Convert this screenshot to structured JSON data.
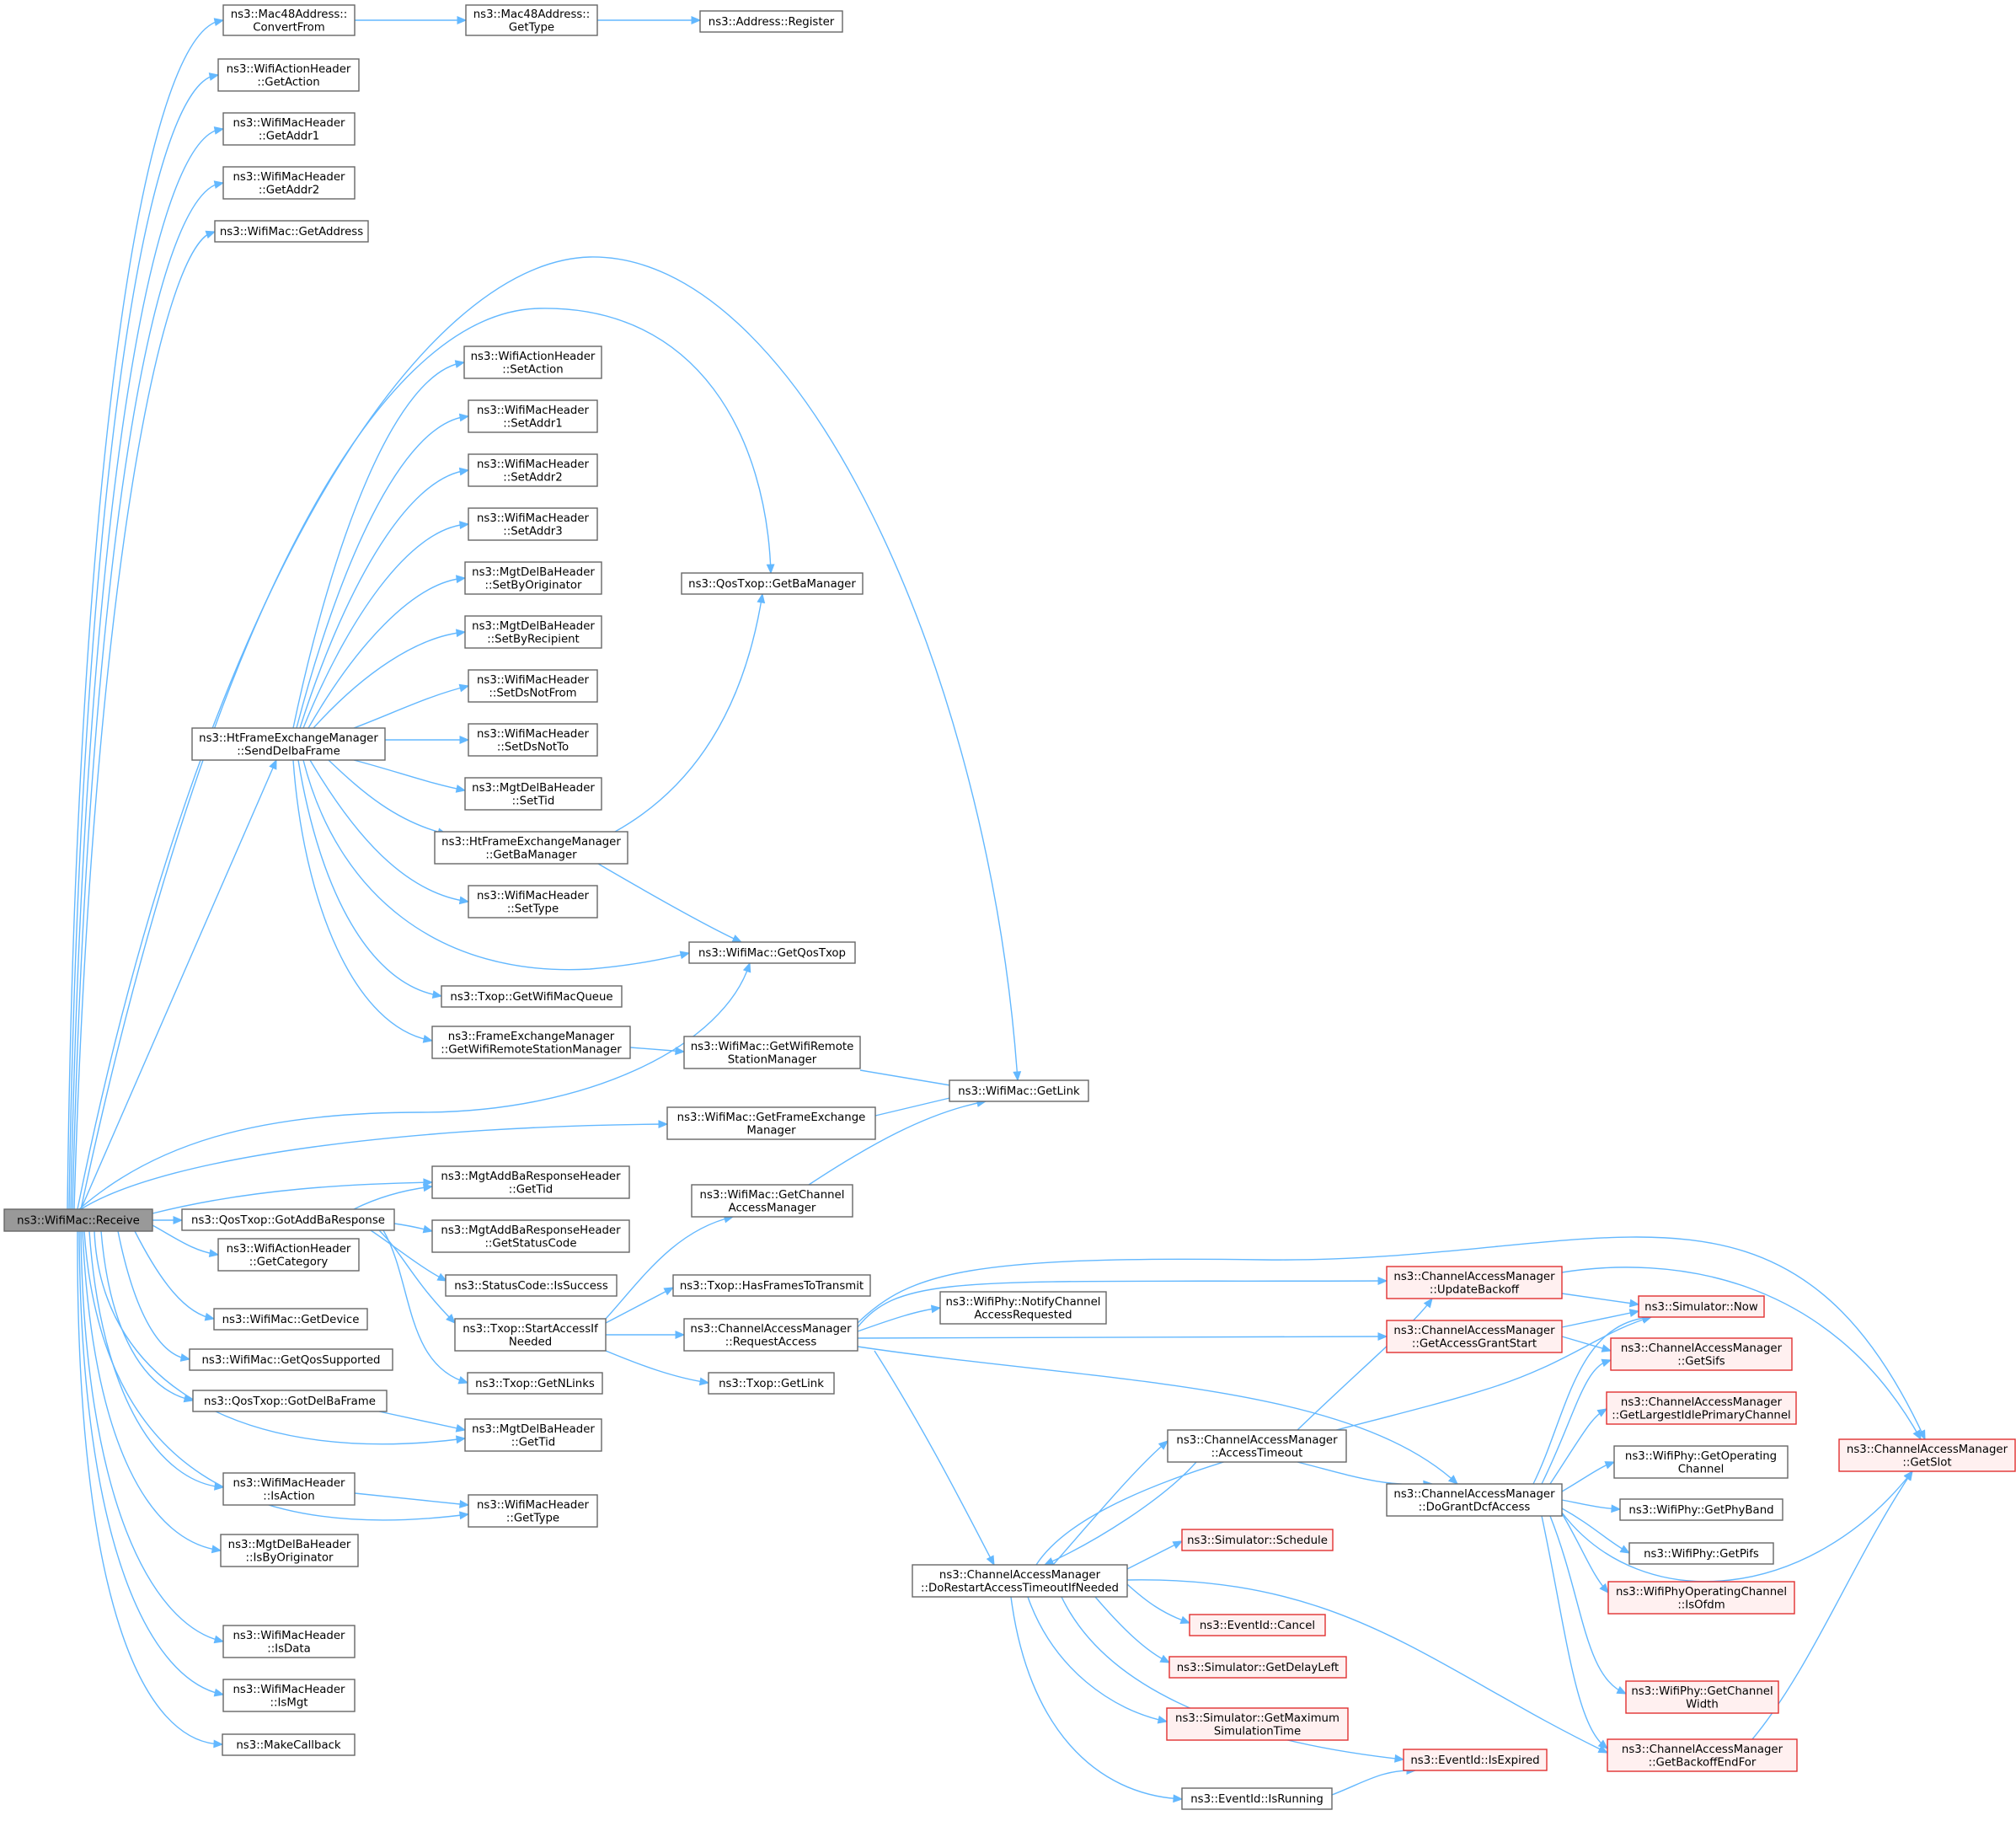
{
  "colors": {
    "edge": "#63b8ff",
    "node_border": "#666666",
    "root_fill": "#999999",
    "truncated_border": "#e03030",
    "truncated_fill": "#fff0f0"
  },
  "nodes": [
    {
      "id": "receive",
      "lines": [
        "ns3::WifiMac::Receive"
      ],
      "style": "root"
    },
    {
      "id": "convertfrom",
      "lines": [
        "ns3::Mac48Address::",
        "ConvertFrom"
      ]
    },
    {
      "id": "gettype48",
      "lines": [
        "ns3::Mac48Address::",
        "GetType"
      ]
    },
    {
      "id": "register",
      "lines": [
        "ns3::Address::Register"
      ]
    },
    {
      "id": "getaction",
      "lines": [
        "ns3::WifiActionHeader",
        "::GetAction"
      ]
    },
    {
      "id": "getaddr1",
      "lines": [
        "ns3::WifiMacHeader",
        "::GetAddr1"
      ]
    },
    {
      "id": "getaddr2",
      "lines": [
        "ns3::WifiMacHeader",
        "::GetAddr2"
      ]
    },
    {
      "id": "getaddress",
      "lines": [
        "ns3::WifiMac::GetAddress"
      ]
    },
    {
      "id": "setaction",
      "lines": [
        "ns3::WifiActionHeader",
        "::SetAction"
      ]
    },
    {
      "id": "setaddr1",
      "lines": [
        "ns3::WifiMacHeader",
        "::SetAddr1"
      ]
    },
    {
      "id": "setaddr2",
      "lines": [
        "ns3::WifiMacHeader",
        "::SetAddr2"
      ]
    },
    {
      "id": "setaddr3",
      "lines": [
        "ns3::WifiMacHeader",
        "::SetAddr3"
      ]
    },
    {
      "id": "setbyorig",
      "lines": [
        "ns3::MgtDelBaHeader",
        "::SetByOriginator"
      ]
    },
    {
      "id": "setbyrecip",
      "lines": [
        "ns3::MgtDelBaHeader",
        "::SetByRecipient"
      ]
    },
    {
      "id": "qosbamgr",
      "lines": [
        "ns3::QosTxop::GetBaManager"
      ]
    },
    {
      "id": "setdsnotfrom",
      "lines": [
        "ns3::WifiMacHeader",
        "::SetDsNotFrom"
      ]
    },
    {
      "id": "sendDelba",
      "lines": [
        "ns3::HtFrameExchangeManager",
        "::SendDelbaFrame"
      ]
    },
    {
      "id": "setdsnotto",
      "lines": [
        "ns3::WifiMacHeader",
        "::SetDsNotTo"
      ]
    },
    {
      "id": "settid",
      "lines": [
        "ns3::MgtDelBaHeader",
        "::SetTid"
      ]
    },
    {
      "id": "htbamgr",
      "lines": [
        "ns3::HtFrameExchangeManager",
        "::GetBaManager"
      ]
    },
    {
      "id": "settype",
      "lines": [
        "ns3::WifiMacHeader",
        "::SetType"
      ]
    },
    {
      "id": "getqostxop",
      "lines": [
        "ns3::WifiMac::GetQosTxop"
      ]
    },
    {
      "id": "getwifimacqueue",
      "lines": [
        "ns3::Txop::GetWifiMacQueue"
      ]
    },
    {
      "id": "fem_getwrsm",
      "lines": [
        "ns3::FrameExchangeManager",
        "::GetWifiRemoteStationManager"
      ]
    },
    {
      "id": "mac_getwrsm",
      "lines": [
        "ns3::WifiMac::GetWifiRemote",
        "StationManager"
      ]
    },
    {
      "id": "getlink",
      "lines": [
        "ns3::WifiMac::GetLink"
      ]
    },
    {
      "id": "getfem",
      "lines": [
        "ns3::WifiMac::GetFrameExchange",
        "Manager"
      ]
    },
    {
      "id": "addba_gettid",
      "lines": [
        "ns3::MgtAddBaResponseHeader",
        "::GetTid"
      ]
    },
    {
      "id": "getcam",
      "lines": [
        "ns3::WifiMac::GetChannel",
        "AccessManager"
      ]
    },
    {
      "id": "gotaddba",
      "lines": [
        "ns3::QosTxop::GotAddBaResponse"
      ]
    },
    {
      "id": "addba_status",
      "lines": [
        "ns3::MgtAddBaResponseHeader",
        "::GetStatusCode"
      ]
    },
    {
      "id": "getcategory",
      "lines": [
        "ns3::WifiActionHeader",
        "::GetCategory"
      ]
    },
    {
      "id": "issuccess",
      "lines": [
        "ns3::StatusCode::IsSuccess"
      ]
    },
    {
      "id": "hasframes",
      "lines": [
        "ns3::Txop::HasFramesToTransmit"
      ]
    },
    {
      "id": "updatebackoff",
      "lines": [
        "ns3::ChannelAccessManager",
        "::UpdateBackoff"
      ],
      "style": "trunc"
    },
    {
      "id": "getdevice",
      "lines": [
        "ns3::WifiMac::GetDevice"
      ]
    },
    {
      "id": "notifychannel",
      "lines": [
        "ns3::WifiPhy::NotifyChannel",
        "AccessRequested"
      ]
    },
    {
      "id": "now",
      "lines": [
        "ns3::Simulator::Now"
      ],
      "style": "trunc"
    },
    {
      "id": "startaccess",
      "lines": [
        "ns3::Txop::StartAccessIf",
        "Needed"
      ]
    },
    {
      "id": "requestaccess",
      "lines": [
        "ns3::ChannelAccessManager",
        "::RequestAccess"
      ]
    },
    {
      "id": "getqossupported",
      "lines": [
        "ns3::WifiMac::GetQosSupported"
      ]
    },
    {
      "id": "getaccessgrant",
      "lines": [
        "ns3::ChannelAccessManager",
        "::GetAccessGrantStart"
      ],
      "style": "trunc"
    },
    {
      "id": "getsifs",
      "lines": [
        "ns3::ChannelAccessManager",
        "::GetSifs"
      ],
      "style": "trunc"
    },
    {
      "id": "getnlinks",
      "lines": [
        "ns3::Txop::GetNLinks"
      ]
    },
    {
      "id": "txop_getlink",
      "lines": [
        "ns3::Txop::GetLink"
      ]
    },
    {
      "id": "gotdelba",
      "lines": [
        "ns3::QosTxop::GotDelBaFrame"
      ]
    },
    {
      "id": "getlargestidle",
      "lines": [
        "ns3::ChannelAccessManager",
        "::GetLargestIdlePrimaryChannel"
      ],
      "style": "trunc"
    },
    {
      "id": "delba_gettid",
      "lines": [
        "ns3::MgtDelBaHeader",
        "::GetTid"
      ]
    },
    {
      "id": "accesstimeout",
      "lines": [
        "ns3::ChannelAccessManager",
        "::AccessTimeout"
      ]
    },
    {
      "id": "getopchannel",
      "lines": [
        "ns3::WifiPhy::GetOperating",
        "Channel"
      ]
    },
    {
      "id": "getslot",
      "lines": [
        "ns3::ChannelAccessManager",
        "::GetSlot"
      ],
      "style": "trunc"
    },
    {
      "id": "isaction",
      "lines": [
        "ns3::WifiMacHeader",
        "::IsAction"
      ]
    },
    {
      "id": "hdr_gettype",
      "lines": [
        "ns3::WifiMacHeader",
        "::GetType"
      ]
    },
    {
      "id": "getphyband",
      "lines": [
        "ns3::WifiPhy::GetPhyBand"
      ]
    },
    {
      "id": "dograntdcf",
      "lines": [
        "ns3::ChannelAccessManager",
        "::DoGrantDcfAccess"
      ]
    },
    {
      "id": "schedule",
      "lines": [
        "ns3::Simulator::Schedule"
      ],
      "style": "trunc"
    },
    {
      "id": "getpifs",
      "lines": [
        "ns3::WifiPhy::GetPifs"
      ]
    },
    {
      "id": "isbyorig",
      "lines": [
        "ns3::MgtDelBaHeader",
        "::IsByOriginator"
      ]
    },
    {
      "id": "dorestart",
      "lines": [
        "ns3::ChannelAccessManager",
        "::DoRestartAccessTimeoutIfNeeded"
      ]
    },
    {
      "id": "isofdm",
      "lines": [
        "ns3::WifiPhyOperatingChannel",
        "::IsOfdm"
      ],
      "style": "trunc"
    },
    {
      "id": "cancel",
      "lines": [
        "ns3::EventId::Cancel"
      ],
      "style": "trunc"
    },
    {
      "id": "isdata",
      "lines": [
        "ns3::WifiMacHeader",
        "::IsData"
      ]
    },
    {
      "id": "getdelayleft",
      "lines": [
        "ns3::Simulator::GetDelayLeft"
      ],
      "style": "trunc"
    },
    {
      "id": "ismgt",
      "lines": [
        "ns3::WifiMacHeader",
        "::IsMgt"
      ]
    },
    {
      "id": "getchwidth",
      "lines": [
        "ns3::WifiPhy::GetChannel",
        "Width"
      ],
      "style": "trunc"
    },
    {
      "id": "makecallback",
      "lines": [
        "ns3::MakeCallback"
      ]
    },
    {
      "id": "getmaxsimtime",
      "lines": [
        "ns3::Simulator::GetMaximum",
        "SimulationTime"
      ],
      "style": "trunc"
    },
    {
      "id": "isexpired",
      "lines": [
        "ns3::EventId::IsExpired"
      ],
      "style": "trunc"
    },
    {
      "id": "getbackoffend",
      "lines": [
        "ns3::ChannelAccessManager",
        "::GetBackoffEndFor"
      ],
      "style": "trunc"
    },
    {
      "id": "isrunning",
      "lines": [
        "ns3::EventId::IsRunning"
      ]
    }
  ]
}
